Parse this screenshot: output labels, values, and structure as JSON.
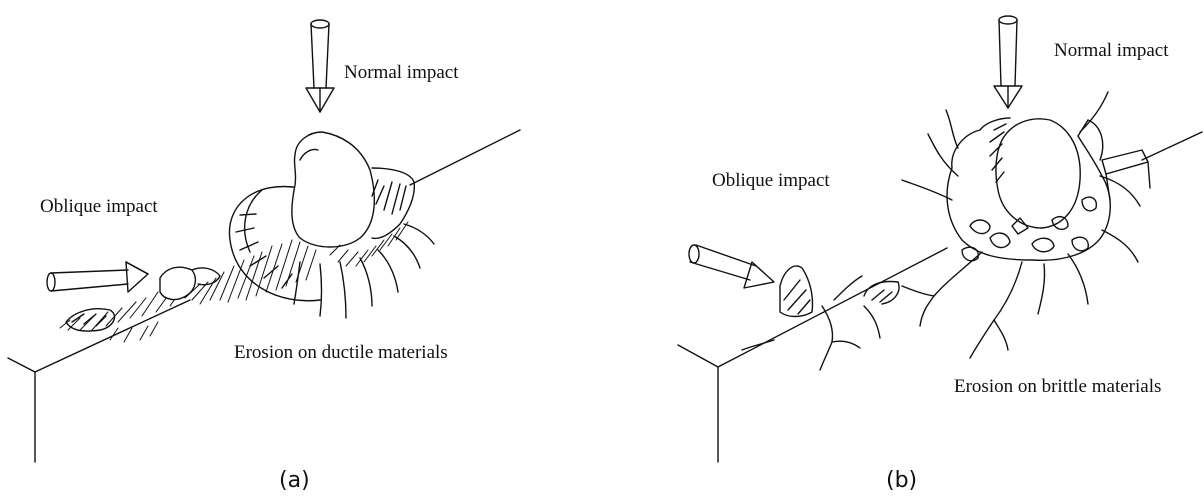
{
  "panel_a": {
    "normal_label": "Normal impact",
    "oblique_label": "Oblique impact",
    "description": "Erosion on ductile materials",
    "caption": "(a)"
  },
  "panel_b": {
    "normal_label": "Normal impact",
    "oblique_label": "Oblique impact",
    "description": "Erosion on brittle materials",
    "caption": "(b)"
  },
  "colors": {
    "ink": "#111111",
    "background": "#ffffff"
  }
}
